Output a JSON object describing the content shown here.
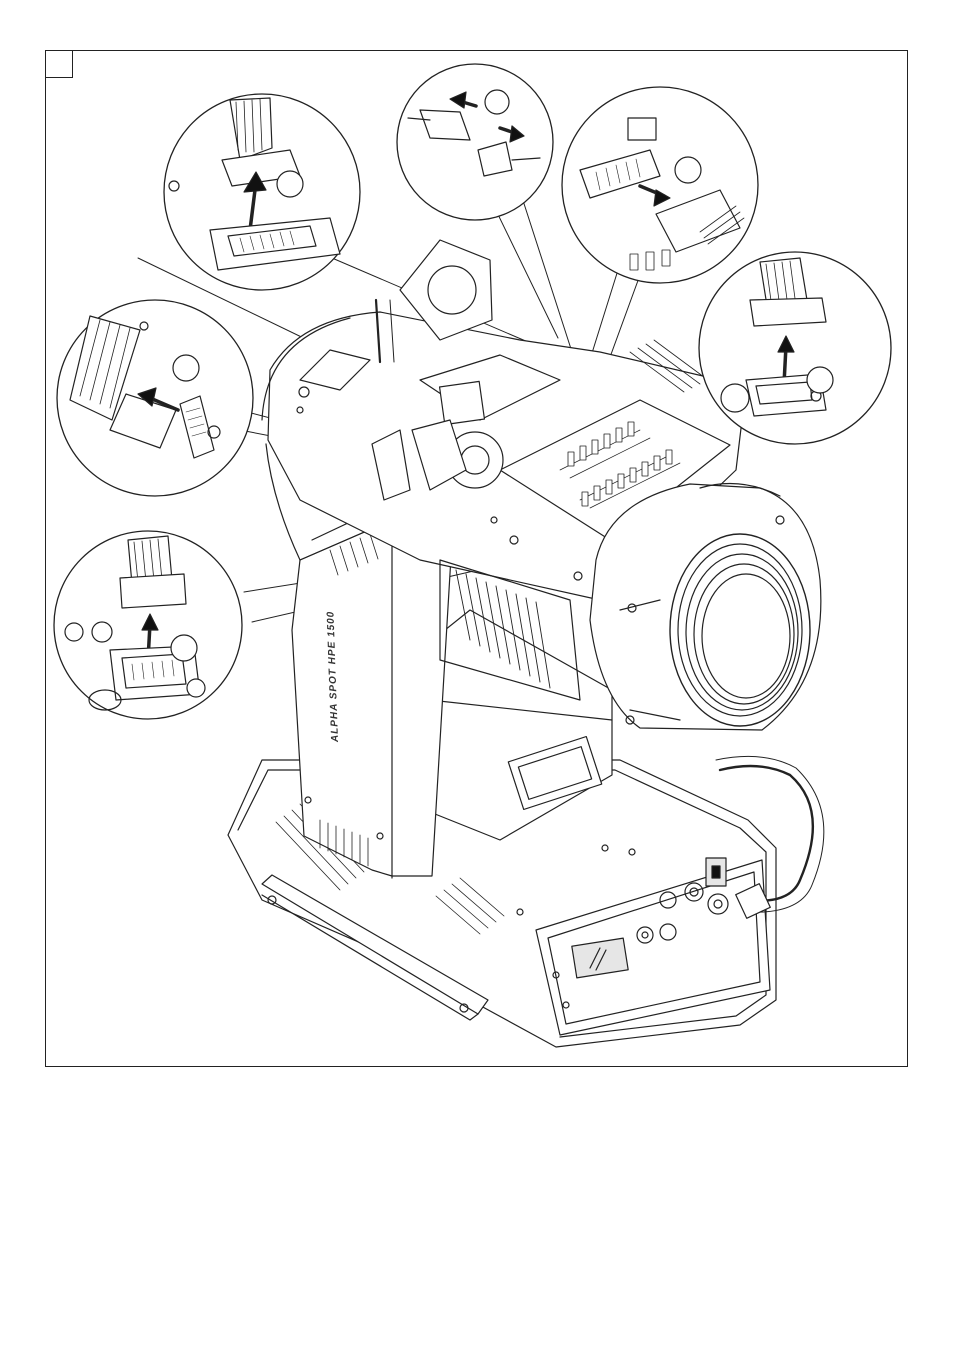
{
  "figure": {
    "product_label": "ALPHA SPOT HPE 1500",
    "figure_number": "",
    "callouts": [
      {
        "id": "callout-1",
        "marker": ""
      },
      {
        "id": "callout-2",
        "marker": ""
      },
      {
        "id": "callout-3",
        "marker": ""
      },
      {
        "id": "callout-4",
        "marker": ""
      },
      {
        "id": "callout-5",
        "marker": ""
      },
      {
        "id": "callout-6",
        "marker": ""
      }
    ]
  },
  "colors": {
    "line": "#222222",
    "fill": "#ffffff",
    "shade": "#d9d9d9",
    "dark": "#111111"
  }
}
